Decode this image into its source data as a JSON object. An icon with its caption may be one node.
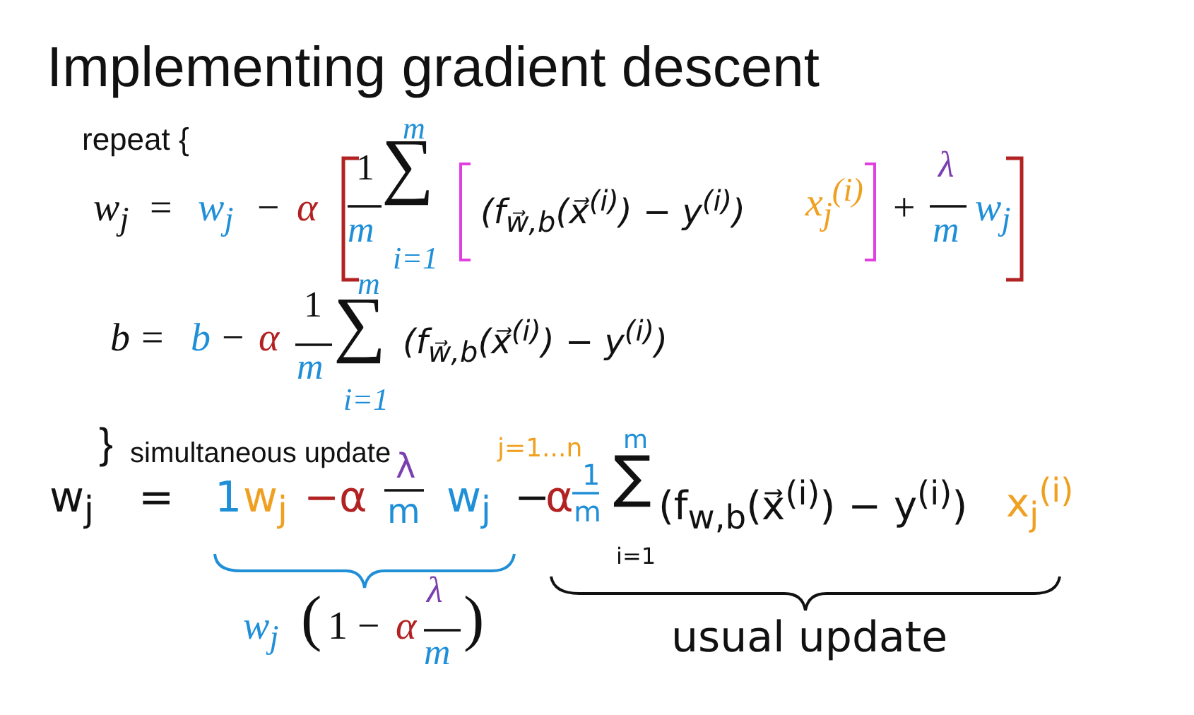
{
  "diagram": {
    "title": "Implementing gradient descent",
    "labels": [
      "repeat {",
      "w$_{j}$",
      "=",
      "w$_{j}$",
      "−",
      "α",
      "1",
      "m",
      "m",
      "∑",
      "i=1",
      "(f$_{w⃗,b}$(x⃗$^{(i)}$) − y$^{(i)}$)",
      "x$_{j}$$^{(i)}$",
      "+",
      "λ",
      "m",
      "w$_{j}$",
      "b",
      "=",
      "b",
      "−",
      "α",
      "1",
      "m",
      "m",
      "∑",
      "i=1",
      "(f$_{w⃗,b}$(x⃗$^{(i)}$) − y$^{(i)}$)",
      "}",
      "simultaneous update",
      "j=1...n",
      "w$_{j}$",
      "=",
      "1",
      "w$_{j}$",
      "−",
      "α",
      "λ",
      "m",
      "w$_{j}$",
      "−",
      "α",
      "1",
      "m",
      "m",
      "∑",
      "i=1",
      "(f$_{w,b}$(x⃗$^{(i)}$) − y$^{(i)}$)",
      "x$_{j}$$^{(i)}$",
      "w$_{j}$",
      "(",
      "1 −",
      "α",
      "λ",
      "m",
      ")",
      "usual update"
    ]
  }
}
